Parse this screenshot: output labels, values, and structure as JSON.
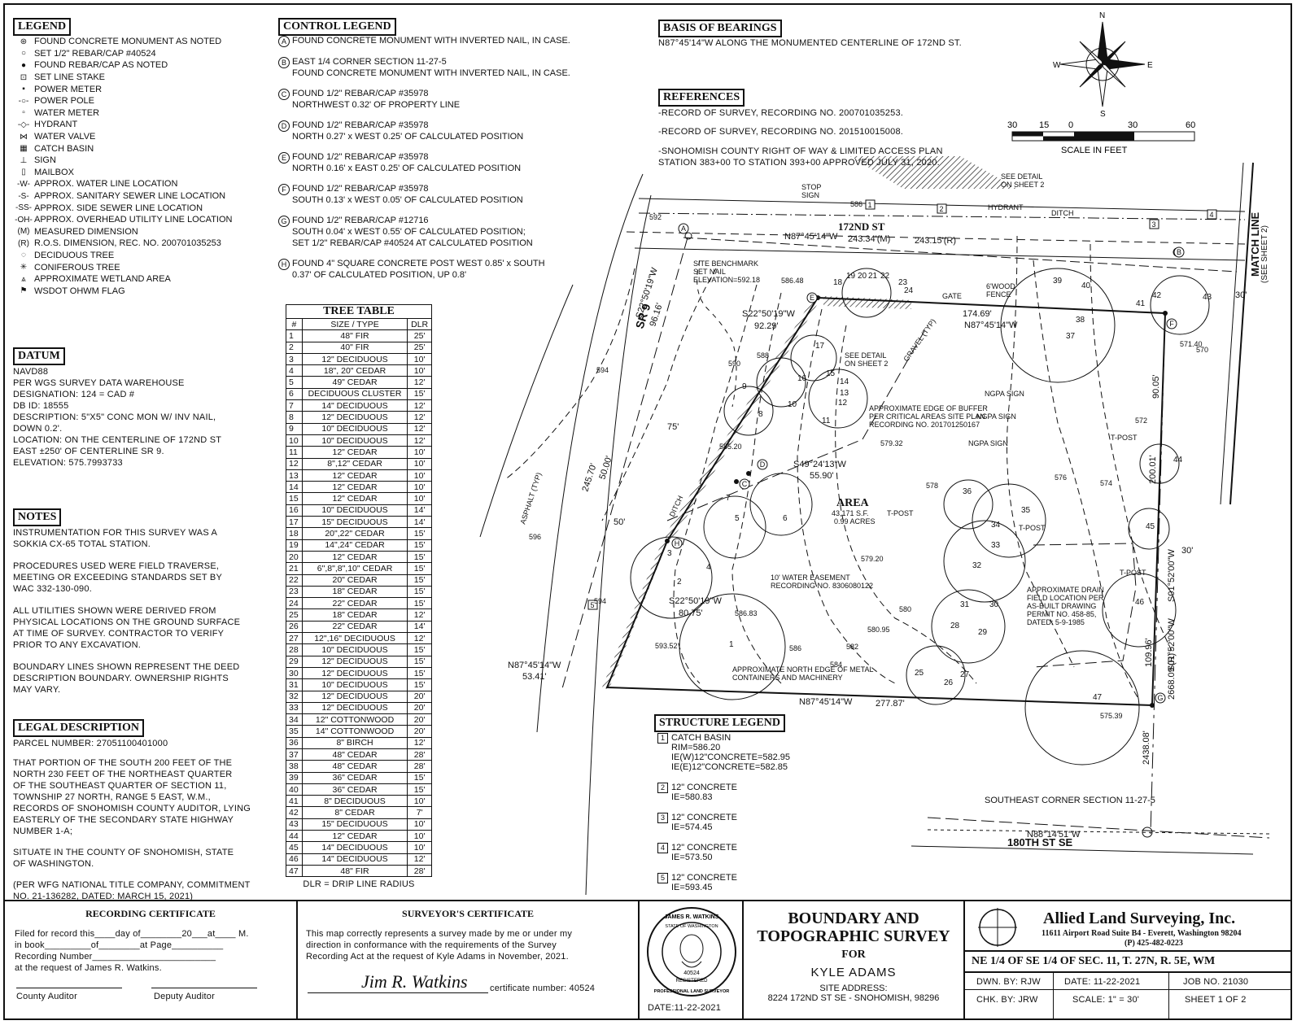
{
  "legend": {
    "title": "LEGEND",
    "items": [
      {
        "sym": "⊛",
        "label": "FOUND CONCRETE MONUMENT AS NOTED"
      },
      {
        "sym": "○",
        "label": "SET 1/2\" REBAR/CAP #40524"
      },
      {
        "sym": "●",
        "label": "FOUND REBAR/CAP AS NOTED"
      },
      {
        "sym": "⊡",
        "label": "SET LINE STAKE"
      },
      {
        "sym": "▪",
        "label": "POWER METER"
      },
      {
        "sym": "-○-",
        "label": "POWER POLE"
      },
      {
        "sym": "▫",
        "label": "WATER METER"
      },
      {
        "sym": "-◇-",
        "label": "HYDRANT"
      },
      {
        "sym": "⋈",
        "label": "WATER VALVE"
      },
      {
        "sym": "▦",
        "label": "CATCH BASIN"
      },
      {
        "sym": "⊥",
        "label": "SIGN"
      },
      {
        "sym": "▯",
        "label": "MAILBOX"
      },
      {
        "sym": "-W-",
        "label": "APPROX. WATER LINE LOCATION"
      },
      {
        "sym": "-S-",
        "label": "APPROX. SANITARY SEWER LINE LOCATION"
      },
      {
        "sym": "-SS-",
        "label": "APPROX. SIDE SEWER LINE LOCATION"
      },
      {
        "sym": "-OH-",
        "label": "APPROX. OVERHEAD UTILITY LINE LOCATION"
      },
      {
        "sym": "(M)",
        "label": "MEASURED DIMENSION"
      },
      {
        "sym": "(R)",
        "label": "R.O.S. DIMENSION, REC. NO. 200701035253"
      },
      {
        "sym": "◌",
        "label": "DECIDUOUS TREE"
      },
      {
        "sym": "✳",
        "label": "CONIFEROUS TREE"
      },
      {
        "sym": "⩓",
        "label": "APPROXIMATE WETLAND AREA"
      },
      {
        "sym": "⚑",
        "label": "WSDOT OHWM FLAG"
      }
    ]
  },
  "datum": {
    "title": "DATUM",
    "lines": [
      "NAVD88",
      "PER WGS SURVEY DATA WAREHOUSE",
      "DESIGNATION: 124 = CAD #",
      "DB ID: 18555",
      "DESCRIPTION: 5\"X5\" CONC MON W/ INV NAIL,",
      "DOWN 0.2'.",
      "LOCATION: ON THE CENTERLINE OF 172ND ST",
      "EAST ±250' OF CENTERLINE SR 9.",
      "ELEVATION: 575.7993733"
    ]
  },
  "notes": {
    "title": "NOTES",
    "paragraphs": [
      "INSTRUMENTATION FOR THIS SURVEY WAS A\nSOKKIA CX-65 TOTAL STATION.",
      "PROCEDURES USED WERE FIELD TRAVERSE,\nMEETING OR EXCEEDING STANDARDS SET BY\nWAC 332-130-090.",
      "ALL UTILITIES SHOWN WERE DERIVED FROM\nPHYSICAL LOCATIONS ON THE GROUND SURFACE\nAT TIME OF SURVEY. CONTRACTOR TO VERIFY\nPRIOR TO ANY EXCAVATION.",
      "BOUNDARY LINES SHOWN REPRESENT THE DEED\nDESCRIPTION BOUNDARY. OWNERSHIP RIGHTS\nMAY VARY."
    ]
  },
  "legal": {
    "title": "LEGAL DESCRIPTION",
    "parcel": "PARCEL NUMBER: 27051100401000",
    "paragraphs": [
      "THAT PORTION OF THE SOUTH 200 FEET OF THE\nNORTH 230 FEET OF THE NORTHEAST QUARTER\nOF THE SOUTHEAST QUARTER OF SECTION 11,\nTOWNSHIP 27 NORTH, RANGE 5 EAST, W.M.,\nRECORDS OF SNOHOMISH COUNTY AUDITOR, LYING\nEASTERLY OF THE SECONDARY STATE HIGHWAY\nNUMBER 1-A;",
      "SITUATE IN THE COUNTY OF SNOHOMISH, STATE\nOF WASHINGTON.",
      "(PER WFG NATIONAL TITLE COMPANY, COMMITMENT\nNO. 21-136282, DATED: MARCH 15, 2021)"
    ]
  },
  "control": {
    "title": "CONTROL LEGEND",
    "items": [
      {
        "id": "A",
        "text": "FOUND CONCRETE MONUMENT WITH INVERTED NAIL, IN CASE."
      },
      {
        "id": "B",
        "text": "EAST 1/4 CORNER SECTION 11-27-5\nFOUND CONCRETE MONUMENT WITH INVERTED NAIL, IN CASE."
      },
      {
        "id": "C",
        "text": "FOUND 1/2\" REBAR/CAP #35978\nNORTHWEST 0.32' OF PROPERTY LINE"
      },
      {
        "id": "D",
        "text": "FOUND 1/2\" REBAR/CAP #35978\nNORTH 0.27' x WEST 0.25' OF CALCULATED POSITION"
      },
      {
        "id": "E",
        "text": "FOUND 1/2\" REBAR/CAP #35978\nNORTH 0.16' x EAST 0.25' OF CALCULATED POSITION"
      },
      {
        "id": "F",
        "text": "FOUND 1/2\" REBAR/CAP #35978\nSOUTH 0.13' x WEST 0.05' OF CALCULATED POSITION"
      },
      {
        "id": "G",
        "text": "FOUND 1/2\" REBAR/CAP #12716\nSOUTH 0.04' x WEST 0.55' OF CALCULATED POSITION;\nSET 1/2\" REBAR/CAP #40524 AT CALCULATED POSITION"
      },
      {
        "id": "H",
        "text": "FOUND 4\" SQUARE CONCRETE POST WEST 0.85' x SOUTH\n0.37' OF CALCULATED POSITION, UP 0.8'"
      }
    ]
  },
  "tree_table": {
    "title": "TREE TABLE",
    "headers": [
      "#",
      "SIZE / TYPE",
      "DLR"
    ],
    "rows": [
      [
        "1",
        "48\" FIR",
        "25'"
      ],
      [
        "2",
        "40\" FIR",
        "25'"
      ],
      [
        "3",
        "12\" DECIDUOUS",
        "10'"
      ],
      [
        "4",
        "18\", 20\" CEDAR",
        "10'"
      ],
      [
        "5",
        "49\" CEDAR",
        "12'"
      ],
      [
        "6",
        "DECIDUOUS CLUSTER",
        "15'"
      ],
      [
        "7",
        "14\" DECIDUOUS",
        "12'"
      ],
      [
        "8",
        "12\" DECIDUOUS",
        "12'"
      ],
      [
        "9",
        "10\" DECIDUOUS",
        "12'"
      ],
      [
        "10",
        "10\" DECIDUOUS",
        "12'"
      ],
      [
        "11",
        "12\" CEDAR",
        "10'"
      ],
      [
        "12",
        "8\",12\" CEDAR",
        "10'"
      ],
      [
        "13",
        "12\" CEDAR",
        "10'"
      ],
      [
        "14",
        "12\" CEDAR",
        "10'"
      ],
      [
        "15",
        "12\" CEDAR",
        "10'"
      ],
      [
        "16",
        "10\" DECIDUOUS",
        "14'"
      ],
      [
        "17",
        "15\" DECIDUOUS",
        "14'"
      ],
      [
        "18",
        "20\",22\" CEDAR",
        "15'"
      ],
      [
        "19",
        "14\",24\" CEDAR",
        "15'"
      ],
      [
        "20",
        "12\" CEDAR",
        "15'"
      ],
      [
        "21",
        "6\",8\",8\",10\" CEDAR",
        "15'"
      ],
      [
        "22",
        "20\" CEDAR",
        "15'"
      ],
      [
        "23",
        "18\" CEDAR",
        "15'"
      ],
      [
        "24",
        "22\" CEDAR",
        "15'"
      ],
      [
        "25",
        "18\" CEDAR",
        "12'"
      ],
      [
        "26",
        "22\" CEDAR",
        "14'"
      ],
      [
        "27",
        "12\",16\" DECIDUOUS",
        "12'"
      ],
      [
        "28",
        "10\" DECIDUOUS",
        "15'"
      ],
      [
        "29",
        "12\" DECIDUOUS",
        "15'"
      ],
      [
        "30",
        "12\" DECIDUOUS",
        "15'"
      ],
      [
        "31",
        "10\" DECIDUOUS",
        "15'"
      ],
      [
        "32",
        "12\" DECIDUOUS",
        "20'"
      ],
      [
        "33",
        "12\" DECIDUOUS",
        "20'"
      ],
      [
        "34",
        "12\" COTTONWOOD",
        "20'"
      ],
      [
        "35",
        "14\" COTTONWOOD",
        "20'"
      ],
      [
        "36",
        "8\" BIRCH",
        "12'"
      ],
      [
        "37",
        "48\" CEDAR",
        "28'"
      ],
      [
        "38",
        "48\" CEDAR",
        "28'"
      ],
      [
        "39",
        "36\" CEDAR",
        "15'"
      ],
      [
        "40",
        "36\" CEDAR",
        "15'"
      ],
      [
        "41",
        "8\" DECIDUOUS",
        "10'"
      ],
      [
        "42",
        "8\" CEDAR",
        "7'"
      ],
      [
        "43",
        "15\" DECIDUOUS",
        "10'"
      ],
      [
        "44",
        "12\" CEDAR",
        "10'"
      ],
      [
        "45",
        "14\" DECIDUOUS",
        "10'"
      ],
      [
        "46",
        "14\" DECIDUOUS",
        "12'"
      ],
      [
        "47",
        "48\" FIR",
        "28'"
      ]
    ],
    "footnote": "DLR = DRIP LINE RADIUS"
  },
  "basis": {
    "title": "BASIS OF BEARINGS",
    "text": "N87°45'14\"W ALONG THE MONUMENTED CENTERLINE OF 172ND ST."
  },
  "references": {
    "title": "REFERENCES",
    "items": [
      "-RECORD OF SURVEY, RECORDING NO. 200701035253.",
      "-RECORD OF SURVEY, RECORDING NO. 201510015008.",
      "-SNOHOMISH COUNTY RIGHT OF WAY & LIMITED ACCESS PLAN\nSTATION 383+00 TO STATION 393+00 APPROVED JULY 31, 2020."
    ]
  },
  "compass": {
    "n": "N",
    "s": "S",
    "e": "E",
    "w": "W"
  },
  "scale": {
    "ticks": [
      "30",
      "15",
      "0",
      "30",
      "60"
    ],
    "label": "SCALE IN FEET"
  },
  "structure": {
    "title": "STRUCTURE LEGEND",
    "items": [
      {
        "id": "1",
        "text": "CATCH BASIN\nRIM=586.20\nIE(W)12\"CONCRETE=582.95\nIE(E)12\"CONCRETE=582.85"
      },
      {
        "id": "2",
        "text": "12\" CONCRETE\nIE=580.83"
      },
      {
        "id": "3",
        "text": "12\" CONCRETE\nIE=574.45"
      },
      {
        "id": "4",
        "text": "12\" CONCRETE\nIE=573.50"
      },
      {
        "id": "5",
        "text": "12\" CONCRETE\nIE=593.45"
      }
    ]
  },
  "map": {
    "street_172": "172ND ST",
    "street_180": "180TH ST SE",
    "sr9": "SR 9",
    "match_line": "MATCH LINE",
    "see_sheet": "(SEE SHEET 2)",
    "area_title": "AREA",
    "area_sf": "43,171 S.F.",
    "area_ac": "0.99 ACRES",
    "n_brg": "N87°45'14\"W",
    "n_m": "243.34'(M)",
    "n_r": "243.15'(R)",
    "brg_top": "N87°45'14\"W",
    "dist_top": "174.69'",
    "brg_bottom": "N87°45'14\"W",
    "dist_bottom": "277.87'",
    "brg_sw": "N87°45'14\"W",
    "dist_sw": "53.41'",
    "brg_se": "N88°14'51\"W",
    "brg_e1": "S22°50'19\"W",
    "dist_e1": "92.29'",
    "brg_e2": "S22°50'19\"W",
    "dist_e2": "80.75'",
    "brg_sr": "S22°50'19\"W",
    "dist_sr": "96.16'",
    "brg_d": "S49°24'13\"W",
    "dist_d": "55.90'",
    "east_brg": "S01°52'00\"W",
    "east_dist": "109.96'",
    "east_dist2": "200.01'",
    "east_dist3": "90.05'",
    "east_brg2": "S01°52'00\"W",
    "dist_r": "2668.09'(R)",
    "dist_2438": "2438.08'",
    "d245": "245.70'",
    "d50": "50.00'",
    "d75": "75'",
    "d50b": "50'",
    "d30": "30'",
    "d30b": "30'",
    "benchmark": "SITE BENCHMARK\nSET NAIL\nELEVATION=592.18",
    "see_detail": "SEE DETAIL\nON SHEET 2",
    "see_detail2": "SEE DETAIL\nON SHEET 2",
    "buffer": "APPROXIMATE EDGE OF BUFFER\nPER CRITICAL AREAS SITE PLAN\nRECORDING NO. 201701250167",
    "drain": "APPROXIMATE DRAIN\nFIELD LOCATION PER\nAS-BUILT DRAWING\nPERMIT NO. 458-85,\nDATED: 5-9-1985",
    "easement": "10' WATER EASEMENT\nRECORDING NO. 8306080122",
    "containers": "APPROXIMATE NORTH EDGE OF METAL\nCONTAINERS AND MACHINERY",
    "se_corner": "SOUTHEAST CORNER SECTION 11-27-5",
    "stop_sign": "STOP\nSIGN",
    "hydrant": "HYDRANT",
    "ditch": "DITCH",
    "ditch2": "DITCH",
    "gate": "GATE",
    "fence": "6'WOOD\nFENCE",
    "gravel": "GRAVEL (TYP)",
    "asphalt": "ASPHALT (TYP)",
    "ngpa1": "NGPA SIGN",
    "ngpa2": "NGPA SIGN",
    "ngpa3": "NGPA SIGN",
    "tpost1": "T-POST",
    "tpost2": "T-POST",
    "tpost3": "T-POST",
    "tpost4": "T-POST",
    "e586": "586.48",
    "e585": "585.20",
    "e579": "579.32",
    "e579b": "579.20",
    "e580": "580.95",
    "e586b": "586.83",
    "e593": "593.52",
    "e571": "571.40",
    "e575": "575.39",
    "c592": "592",
    "c594": "594",
    "c596": "596",
    "c590": "590",
    "c588": "588",
    "c586": "586",
    "c584": "584",
    "c582": "582",
    "c580": "580",
    "c578": "578",
    "c576": "576",
    "c574": "574",
    "c572": "572",
    "c570": "570",
    "c586t": "586",
    "c594b": "594"
  },
  "titleblock": {
    "recording": {
      "title": "RECORDING CERTIFICATE",
      "l1": "Filed for record this____day of________20___at____ M.",
      "l2": "in book_________of________at Page__________",
      "l3": "Recording Number________________________",
      "l4": "at the request of James R. Watkins.",
      "county": "County Auditor",
      "deputy": "Deputy Auditor"
    },
    "surveyor": {
      "title": "SURVEYOR'S CERTIFICATE",
      "text": "This map correctly represents a survey made by me or under my\ndirection in conformance with the requirements of the Survey\nRecording Act at the request of Kyle Adams in November, 2021.",
      "signature": "Jim R. Watkins",
      "cert": "certificate number: 40524"
    },
    "seal": {
      "name": "JAMES R. WATKINS",
      "state": "STATE OF WASHINGTON",
      "num": "40524",
      "reg": "REGISTERED",
      "prof": "PROFESSIONAL LAND SURVEYOR",
      "date": "DATE:11-22-2021"
    },
    "project": {
      "t1": "BOUNDARY AND",
      "t2": "TOPOGRAPHIC SURVEY",
      "for": "FOR",
      "client": "KYLE ADAMS",
      "site_label": "SITE ADDRESS:",
      "site": "8224 172ND ST SE - SNOHOMISH, 98296"
    },
    "company": {
      "name": "Allied Land Surveying, Inc.",
      "addr": "11611 Airport Road Suite B4 - Everett, Washington 98204",
      "phone": "(P) 425-482-0223"
    },
    "location": "NE 1/4 OF SE 1/4 OF SEC. 11, T. 27N, R. 5E, WM",
    "dwn": "DWN. BY: RJW",
    "date": "DATE: 11-22-2021",
    "job": "JOB NO. 21030",
    "chk": "CHK. BY: JRW",
    "scale": "SCALE: 1\" = 30'",
    "sheet": "SHEET 1 OF 2"
  }
}
